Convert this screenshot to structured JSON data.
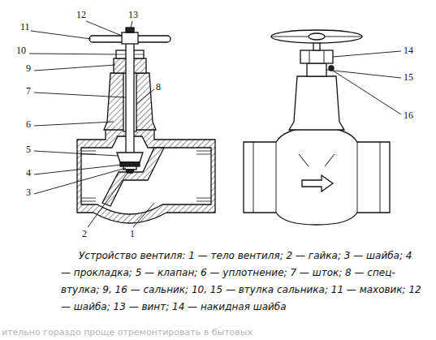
{
  "diagram": {
    "caption": "Устройство вентиля: 1 — тело вентиля; 2 — гайка; 3 — шайба; 4 — прокладка; 5 — клапан; 6 — уплотнение; 7 — шток; 8 — спец-втулка; 9, 16 — сальник; 10, 15 — втулка сальника; 11 — маховик; 12 — шайба; 13 — винт; 14 — накидная шайба",
    "labels": [
      "12",
      "13",
      "11",
      "10",
      "9",
      "7",
      "8",
      "6",
      "5",
      "4",
      "3",
      "2",
      "1",
      "14",
      "15",
      "16",
      "ительно гораздо проще отремонтировать в бытовых"
    ]
  }
}
